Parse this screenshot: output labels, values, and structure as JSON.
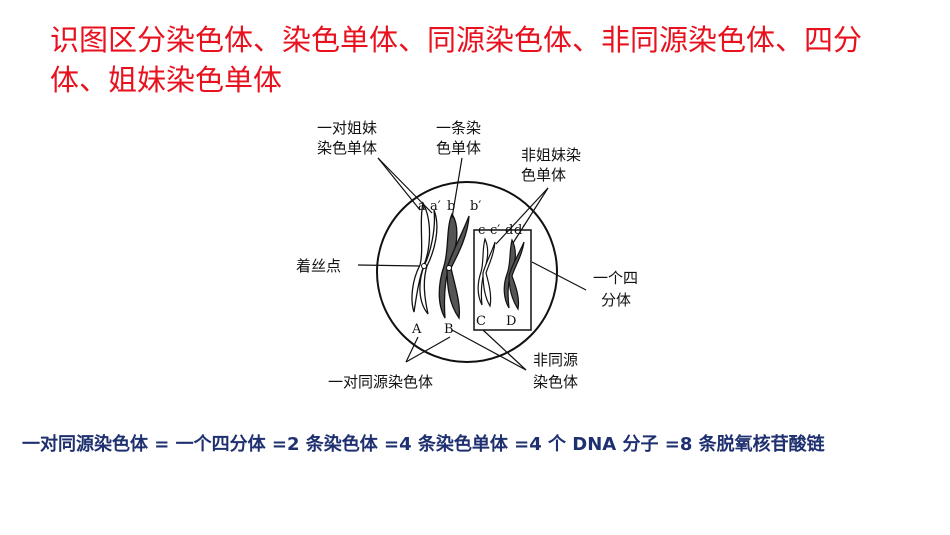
{
  "title": "识图区分染色体、染色单体、同源染色体、非同源染色体、四分体、姐妹染色单体",
  "diagram": {
    "labels": {
      "sister_pair_l1": "一对姐妹",
      "sister_pair_l2": "染色单体",
      "one_l1": "一条染",
      "one_l2": "色单体",
      "nonsister_l1": "非姐妹染",
      "nonsister_l2": "色单体",
      "centromere": "着丝点",
      "tetrad_l1": "一个四",
      "tetrad_l2": "分体",
      "nonhomo_l1": "非同源",
      "nonhomo_l2": "染色体",
      "homo_pair": "一对同源染色体"
    },
    "letters": {
      "a": "a",
      "a_prime": "a′",
      "b": "b",
      "b_prime": "b′",
      "c": "c",
      "c_prime": "c′",
      "d": "d",
      "d_prime": "d′",
      "A": "A",
      "B": "B",
      "C": "C",
      "D": "D"
    }
  },
  "summary": "一对同源染色体 = 一个四分体 =2 条染色体 =4 条染色单体 =4 个 DNA 分子 =8 条脱氧核苷酸链"
}
